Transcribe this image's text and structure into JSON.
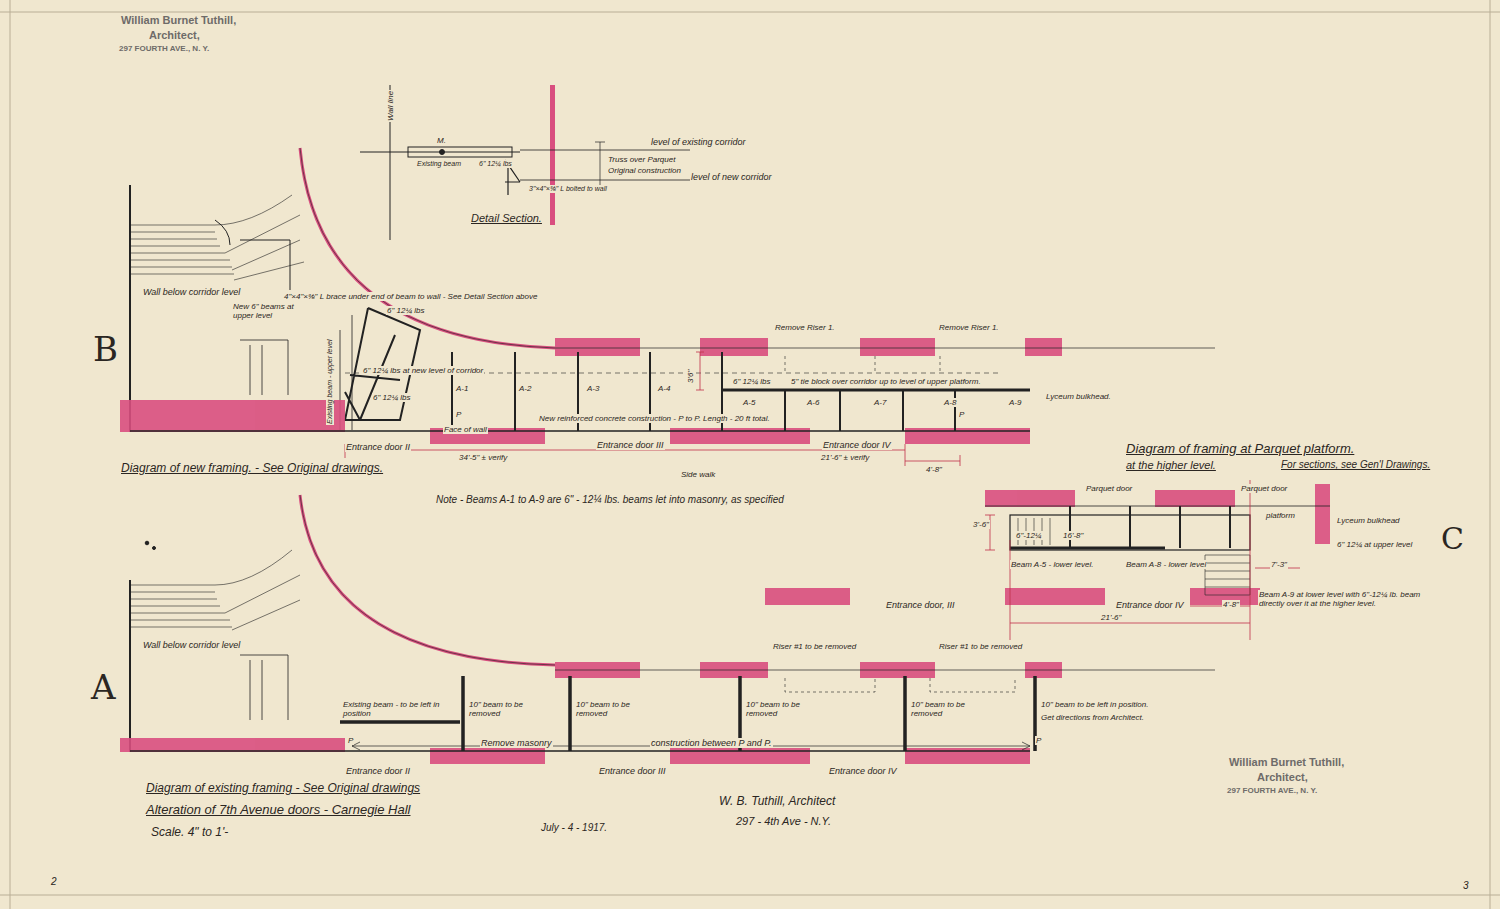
{
  "diagram": {
    "title": "Alteration of 7th Avenue doors - Carnegie Hall",
    "labels": [
      "William Burnet Tuthill,",
      "Architect,",
      "297 FOURTH AVE., N. Y.",
      "Wall line",
      "M.",
      "Existing beam",
      "6\" 12¼ lbs",
      "level of existing corridor",
      "Truss over Parquet",
      "Original construction",
      "level of new corridor",
      "3\"×4\"×⅜\" L bolted to wall",
      "Detail Section.",
      "4\"×4\"×⅜\" L brace under end of beam to wall - See Detail Section above",
      "6\" 12¼ lbs",
      "Wall below corridor level",
      "New 6\" beams at upper level",
      "Existing beam - upper level",
      "6\" 12¼ lbs at new level of corridor",
      "6\" 12¼ lbs",
      "A-1",
      "A-2",
      "A-3",
      "A-4",
      "A-5",
      "A-6",
      "A-7",
      "A-8",
      "A-9",
      "P",
      "P",
      "6\" 12¼ lbs",
      "5\" tie block over corridor up to level of upper platform.",
      "3'6\"",
      "Remove Riser 1.",
      "Remove Riser 1.",
      "Lyceum bulkhead.",
      "New reinforced concrete construction - P to P. Length - 20 ft total.",
      "Face of wall",
      "Entrance door II",
      "Entrance door III",
      "Entrance door IV",
      "34'-5\" ± verify",
      "21'-6\" ± verify",
      "4'-8\"",
      "Side walk",
      "Diagram of new framing. - See Original drawings.",
      "B",
      "Note - Beams A-1 to A-9 are 6\" - 12¼ lbs. beams let into masonry, as specified",
      "Diagram of framing at Parquet platform.",
      "at the higher level.",
      "For sections, see Gen'l Drawings.",
      "Parquet door",
      "Parquet door",
      "3'-6\"",
      "16'-8\"",
      "6\"-12¼",
      "platform",
      "Lyceum bulkhead",
      "6\" 12¼ at upper level",
      "Beam A-5 - lower level.",
      "Beam A-8 - lower level",
      "7'-3\"",
      "Beam A-9 at lower level with 6\"-12¼ lb. beam directly over it at the higher level.",
      "Entrance door, III",
      "Entrance door IV",
      "4'-8\"",
      "21'-6\"",
      "C",
      "Wall below corridor level",
      "Riser #1 to be removed",
      "Riser #1 to be removed",
      "Existing beam - to be left in position",
      "10\" beam to be removed",
      "10\" beam to be removed",
      "10\" beam to be removed",
      "10\" beam to be removed",
      "10\" beam to be left in position.",
      "Get directions from Architect.",
      "P",
      "P",
      "Remove masonry",
      "construction between P and P.",
      "Entrance door II",
      "Entrance door III",
      "Entrance door IV",
      "A",
      "Diagram of existing framing - See Original drawings",
      "Scale. 4\" to 1'-",
      "July - 4 - 1917.",
      "W. B. Tuthill, Architect",
      "297 - 4th Ave - N.Y.",
      "William Burnet Tuthill,",
      "Architect,",
      "297 FOURTH AVE., N. Y.",
      "2",
      "3"
    ]
  }
}
